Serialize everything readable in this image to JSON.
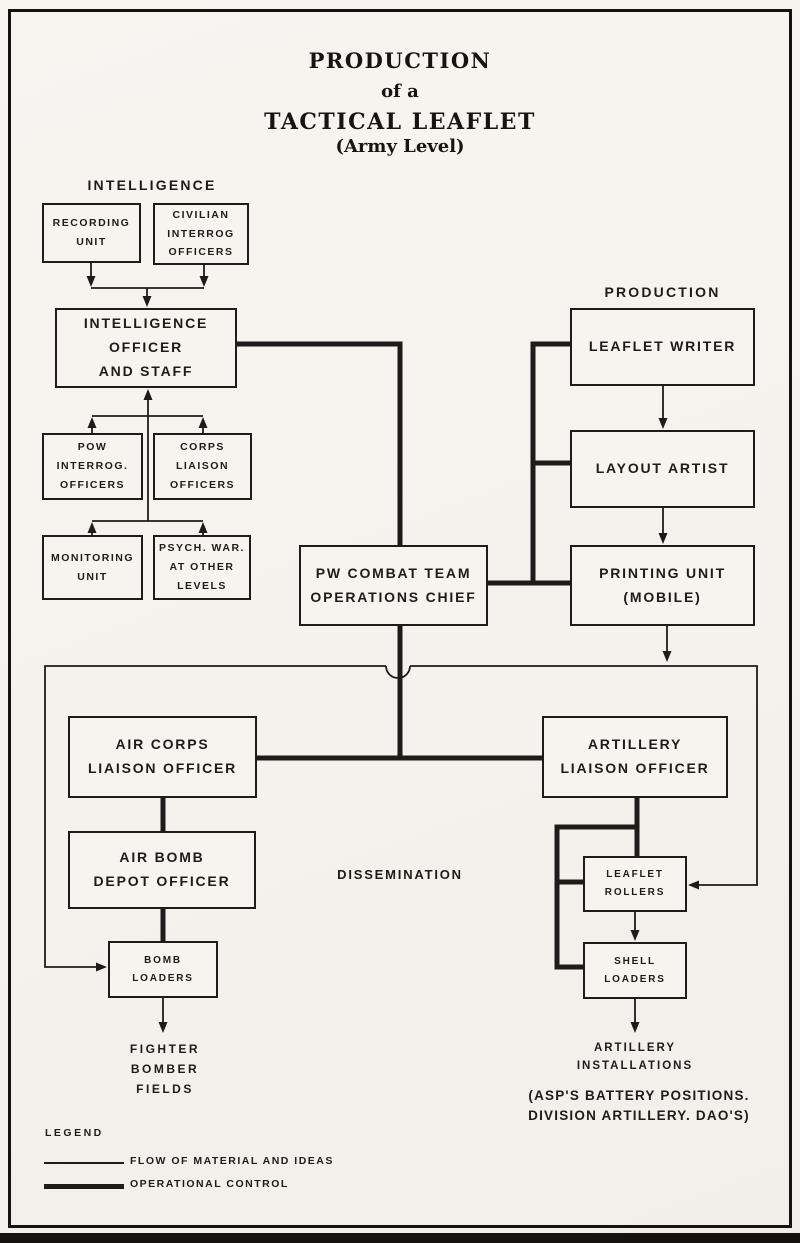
{
  "title": {
    "line1": "PRODUCTION",
    "line2": "of a",
    "line3": "TACTICAL LEAFLET",
    "line4": "(Army Level)"
  },
  "sections": {
    "intelligence": "INTELLIGENCE",
    "production": "PRODUCTION",
    "dissemination": "DISSEMINATION"
  },
  "nodes": {
    "recording_unit": {
      "label": "RECORDING\nUNIT"
    },
    "civilian_interrog": {
      "label": "CIVILIAN\nINTERROG\nOFFICERS"
    },
    "intelligence_officer": {
      "label": "INTELLIGENCE\nOFFICER\nAND STAFF"
    },
    "pow_interrog": {
      "label": "POW\nINTERROG.\nOFFICERS"
    },
    "corps_liaison": {
      "label": "CORPS\nLIAISON\nOFFICERS"
    },
    "monitoring_unit": {
      "label": "MONITORING\nUNIT"
    },
    "psych_war": {
      "label": "PSYCH. WAR.\nAT OTHER\nLEVELS"
    },
    "pw_combat_team": {
      "label": "PW COMBAT TEAM\nOPERATIONS CHIEF"
    },
    "leaflet_writer": {
      "label": "LEAFLET WRITER"
    },
    "layout_artist": {
      "label": "LAYOUT ARTIST"
    },
    "printing_unit": {
      "label": "PRINTING UNIT\n(MOBILE)"
    },
    "air_corps_liaison": {
      "label": "AIR CORPS\nLIAISON OFFICER"
    },
    "air_bomb_depot": {
      "label": "AIR BOMB\nDEPOT OFFICER"
    },
    "bomb_loaders": {
      "label": "BOMB\nLOADERS"
    },
    "artillery_liaison": {
      "label": "ARTILLERY\nLIAISON OFFICER"
    },
    "leaflet_rollers": {
      "label": "LEAFLET\nROLLERS"
    },
    "shell_loaders": {
      "label": "SHELL\nLOADERS"
    }
  },
  "terminals": {
    "fighter_bomber_fields": "FIGHTER\nBOMBER\nFIELDS",
    "artillery_installations": "ARTILLERY\nINSTALLATIONS",
    "artillery_installations_detail": "(ASP'S BATTERY POSITIONS.\nDIVISION ARTILLERY. DAO'S)"
  },
  "legend": {
    "title": "LEGEND",
    "thin_label": "FLOW OF MATERIAL AND IDEAS",
    "thick_label": "OPERATIONAL CONTROL"
  },
  "colors": {
    "ink": "#1d1c1a",
    "paper": "#f6f4ef"
  }
}
